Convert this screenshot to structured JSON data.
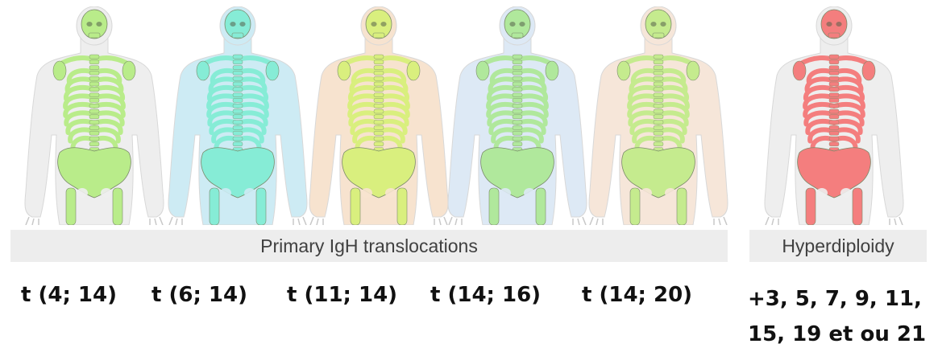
{
  "figures": [
    {
      "id": "t4-14",
      "skeleton_color": "#b9ec8a",
      "body_color": "#eeeeee",
      "label": "t (4; 14)"
    },
    {
      "id": "t6-14",
      "skeleton_color": "#86ecd6",
      "body_color": "#cdebf4",
      "label": "t (6; 14)"
    },
    {
      "id": "t11-14",
      "skeleton_color": "#d9ef7e",
      "body_color": "#f7e3cf",
      "label": "t (11; 14)"
    },
    {
      "id": "t14-16",
      "skeleton_color": "#b0e89c",
      "body_color": "#dde9f5",
      "label": "t (14; 16)"
    },
    {
      "id": "t14-20",
      "skeleton_color": "#c5eb8e",
      "body_color": "#f6e6d9",
      "label": "t (14; 20)"
    },
    {
      "id": "hyperdiploidy",
      "skeleton_color": "#f47e7e",
      "body_color": "#eeeeee"
    }
  ],
  "bands": {
    "primary": "Primary IgH translocations",
    "hyperdiploidy": "Hyperdiploidy"
  },
  "hyperdiploidy_lines": [
    "+3, 5, 7, 9, 11,",
    "15, 19 et ou 21"
  ]
}
